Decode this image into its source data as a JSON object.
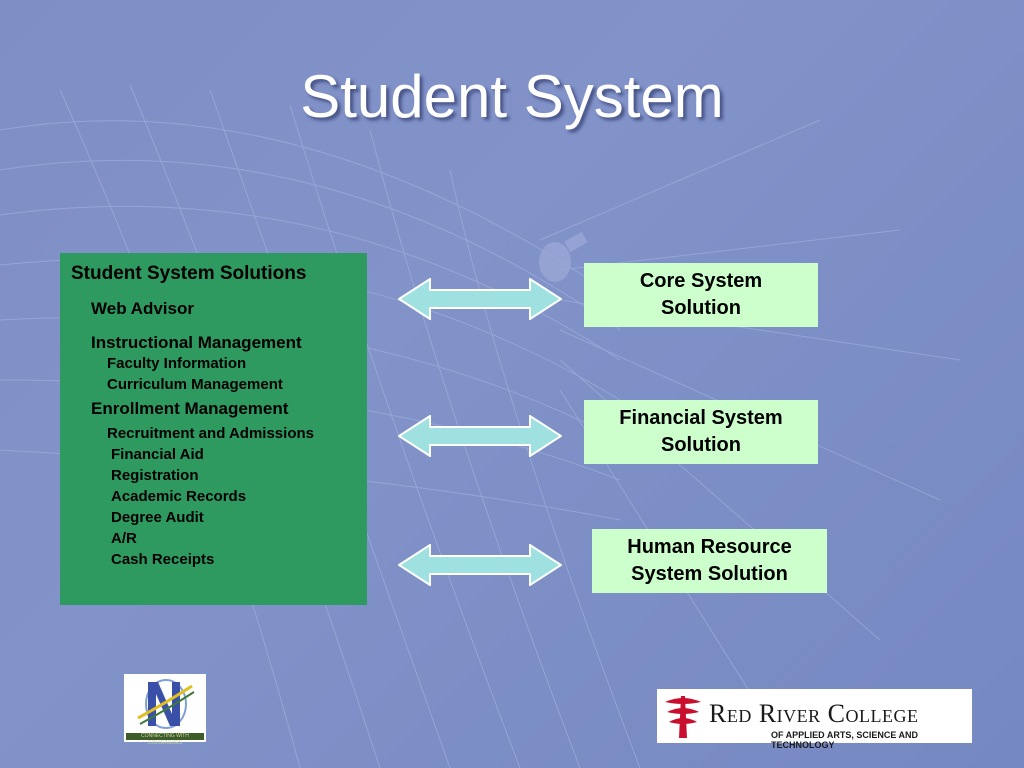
{
  "slide": {
    "title": "Student System"
  },
  "solutions": {
    "heading": "Student System Solutions",
    "web_advisor": "Web Advisor",
    "instructional": {
      "label": "Instructional Management",
      "items": [
        "Faculty Information",
        "Curriculum Management"
      ]
    },
    "enrollment": {
      "label": "Enrollment  Management",
      "items": [
        "Recruitment and Admissions",
        "Financial Aid",
        "Registration",
        "Academic Records",
        "Degree Audit",
        "A/R",
        "Cash Receipts"
      ]
    }
  },
  "targets": [
    {
      "label": "Core System\nSolution"
    },
    {
      "label": "Financial System\nSolution"
    },
    {
      "label": "Human Resource\nSystem Solution"
    }
  ],
  "logos": {
    "right_name": "Red River College",
    "right_subtitle": "OF APPLIED ARTS, SCIENCE AND TECHNOLOGY",
    "left_tagline": "CONNECTING WITH COLLEAGUES"
  },
  "colors": {
    "background": "#7f8fc6",
    "solutions_box": "#2e9a60",
    "target_box": "#ccffcc",
    "arrow_fill": "#9fe0e0",
    "logo_red": "#c8102e"
  }
}
